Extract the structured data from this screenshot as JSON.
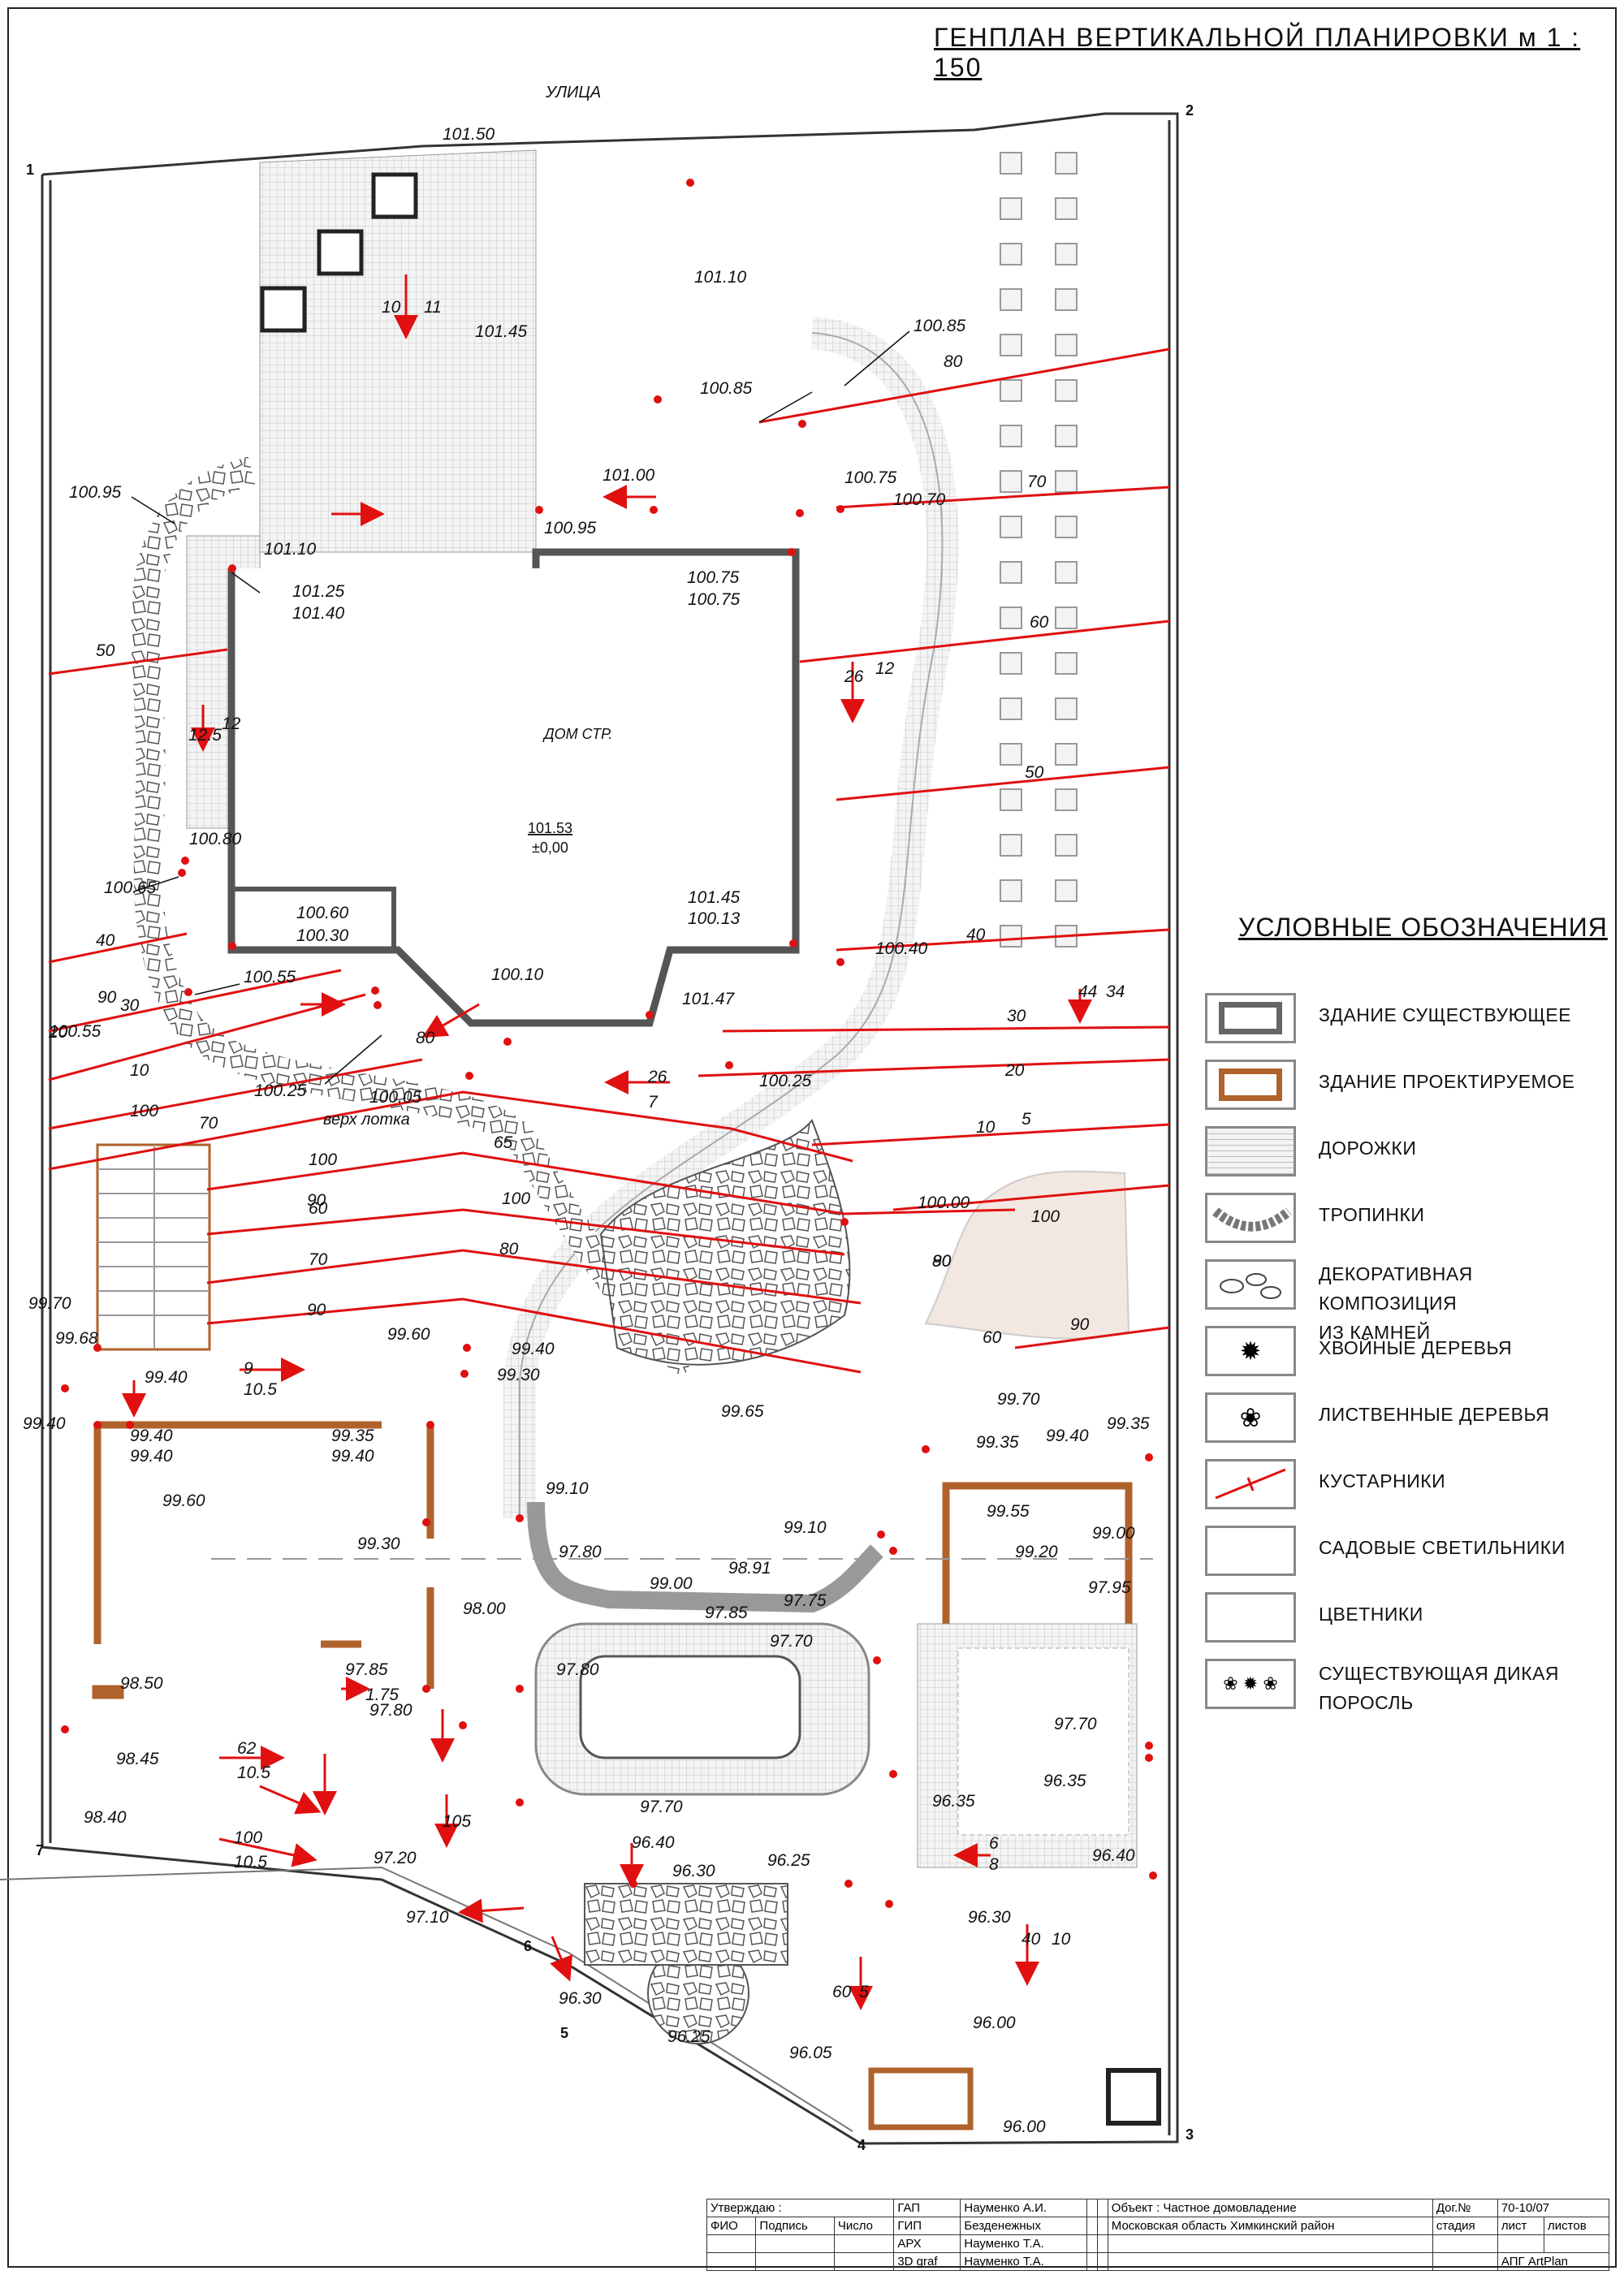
{
  "title": "ГЕНПЛАН  ВЕРТИКАЛЬНОЙ  ПЛАНИРОВКИ  м 1 : 150",
  "street": "УЛИЦА",
  "house": {
    "label": "ДОМ СТР.",
    "elev": "101.53",
    "zero": "±0,00"
  },
  "corners": [
    "1",
    "2",
    "3",
    "4",
    "5",
    "6",
    "7"
  ],
  "elevations": [
    "101.50",
    "101.10",
    "101.45",
    "100.85",
    "100.85",
    "100.95",
    "101.00",
    "100.95",
    "101.10",
    "101.25",
    "101.40",
    "100.75",
    "100.70",
    "100.75",
    "100.75",
    "100.80",
    "100.65",
    "100.60",
    "100.30",
    "101.45",
    "100.13",
    "100.40",
    "100.55",
    "100.55",
    "100.10",
    "101.47",
    "100.25",
    "100.05",
    "100.25",
    "100.00",
    "100",
    "99.70",
    "99.68",
    "99.60",
    "99.40",
    "99.30",
    "99.40",
    "99.40",
    "99.40",
    "99.40",
    "99.35",
    "99.40",
    "99.60",
    "99.65",
    "99.70",
    "99.35",
    "99.40",
    "99.35",
    "99.10",
    "99.10",
    "97.80",
    "99.00",
    "98.91",
    "97.85",
    "97.75",
    "99.55",
    "99.20",
    "99.00",
    "97.95",
    "99.30",
    "98.00",
    "98.50",
    "97.85",
    "97.80",
    "97.70",
    "97.80",
    "98.45",
    "98.40",
    "97.70",
    "97.70",
    "96.35",
    "96.35",
    "97.20",
    "97.10",
    "96.40",
    "96.30",
    "96.25",
    "96.30",
    "96.40",
    "96.30",
    "96.25",
    "96.05",
    "96.00",
    "96.00"
  ],
  "notes": {
    "lotok": "верх  лотка"
  },
  "contours": [
    "80",
    "70",
    "60",
    "50",
    "40",
    "30",
    "20",
    "10",
    "90",
    "60",
    "50",
    "40",
    "30",
    "20",
    "10",
    "100",
    "90",
    "80",
    "70",
    "60",
    "5",
    "65",
    "100",
    "90",
    "80",
    "70",
    "90",
    "80",
    "90",
    "100"
  ],
  "slopes": [
    "10",
    "11",
    "26",
    "12",
    "12.5",
    "12",
    "44",
    "34",
    "26",
    "7",
    "9",
    "10.5",
    "62",
    "10.5",
    "100",
    "10.5",
    "105",
    "1.75",
    "6",
    "8",
    "40",
    "10",
    "60",
    "5"
  ],
  "legend": {
    "title": "УСЛОВНЫЕ  ОБОЗНАЧЕНИЯ",
    "items": [
      {
        "icon": "existing-building-icon",
        "label": "ЗДАНИЕ  СУЩЕСТВУЮЩЕЕ"
      },
      {
        "icon": "designed-building-icon",
        "label": "ЗДАНИЕ  ПРОЕКТИРУЕМОЕ"
      },
      {
        "icon": "paths-icon",
        "label": "ДОРОЖКИ"
      },
      {
        "icon": "trails-icon",
        "label": "ТРОПИНКИ"
      },
      {
        "icon": "stones-icon",
        "label": "ДЕКОРАТИВНАЯ  КОМПОЗИЦИЯ",
        "label2": "ИЗ  КАМНЕЙ"
      },
      {
        "icon": "conifer-icon",
        "label": "ХВОЙНЫЕ  ДЕРЕВЬЯ"
      },
      {
        "icon": "deciduous-icon",
        "label": "ЛИСТВЕННЫЕ  ДЕРЕВЬЯ"
      },
      {
        "icon": "shrubs-icon",
        "label": "КУСТАРНИКИ"
      },
      {
        "icon": "lights-icon",
        "label": "САДОВЫЕ  СВЕТИЛЬНИКИ"
      },
      {
        "icon": "flowerbeds-icon",
        "label": "ЦВЕТНИКИ"
      },
      {
        "icon": "wild-growth-icon",
        "label": "СУЩЕСТВУЮЩАЯ  ДИКАЯ",
        "label2": "ПОРОСЛЬ"
      }
    ]
  },
  "stamp": {
    "approve": "Утверждаю :",
    "fio": "ФИО",
    "sign": "Подпись",
    "date": "Число",
    "roles": [
      {
        "role": "ГАП",
        "name": "Науменко А.И."
      },
      {
        "role": "ГИП",
        "name": "Безденежных"
      },
      {
        "role": "АРХ",
        "name": "Науменко Т.А."
      },
      {
        "role": "3D graf",
        "name": "Науменко Т.А."
      }
    ],
    "object": "Объект : Частное домовладение",
    "location": "Московская область Химкинский район",
    "contract": "Дог.№",
    "contract_no": "70-10/07",
    "stage": "стадия",
    "sheet": "лист",
    "sheets": "листов",
    "apg": "АПГ  ArtPlan"
  },
  "colors": {
    "contour": "#e01010",
    "point": "#e01010",
    "building_new": "#b0622b",
    "path": "#9a9a9a"
  }
}
